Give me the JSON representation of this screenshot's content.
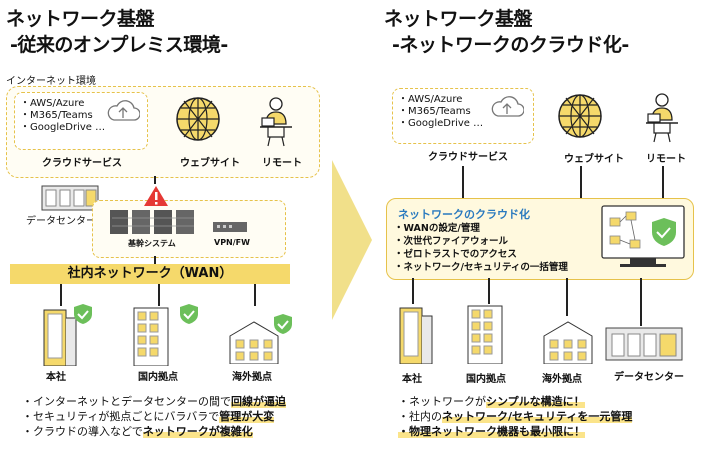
{
  "left": {
    "title1": "ネットワーク基盤",
    "title2": "-従来のオンプレミス環境-",
    "internet_label": "インターネット環境",
    "cloud_services": [
      "・AWS/Azure",
      "・M365/Teams",
      "・GoogleDrive …"
    ],
    "cloud_label": "クラウドサービス",
    "website_label": "ウェブサイト",
    "remote_label": "リモート",
    "datacenter_label": "データセンター",
    "core_label": "基幹システム",
    "vpnfw_label": "VPN/FW",
    "wan_label": "社内ネットワーク（WAN）",
    "hq_label": "本社",
    "domestic_label": "国内拠点",
    "overseas_label": "海外拠点",
    "bullets": [
      {
        "plain": "・インターネットとデータセンターの間で",
        "bold": "回線が逼迫"
      },
      {
        "plain": "・セキュリティが拠点ごとにバラバラで",
        "bold": "管理が大変"
      },
      {
        "plain": "・クラウドの導入などで",
        "bold": "ネットワークが複雑化"
      }
    ]
  },
  "right": {
    "title1": "ネットワーク基盤",
    "title2": "-ネットワークのクラウド化-",
    "cloud_services": [
      "・AWS/Azure",
      "・M365/Teams",
      "・GoogleDrive …"
    ],
    "cloud_label": "クラウドサービス",
    "website_label": "ウェブサイト",
    "remote_label": "リモート",
    "nc_title": "ネットワークのクラウド化",
    "nc_items": [
      "・WANの設定/管理",
      "・次世代ファイアウォール",
      "・ゼロトラストでのアクセス",
      "・ネットワーク/セキュリティの一括管理"
    ],
    "hq_label": "本社",
    "domestic_label": "国内拠点",
    "overseas_label": "海外拠点",
    "datacenter_label": "データセンター",
    "bullets": [
      {
        "plain": "・ネットワークが",
        "bold": "シンプルな構造に！"
      },
      {
        "plain": "・社内の",
        "bold": "ネットワーク/セキュリティを一元管理"
      },
      {
        "plain": "",
        "bold": "・物理ネットワーク機器も最小限に！"
      }
    ]
  },
  "colors": {
    "accent_yellow": "#f5d96b",
    "border_yellow": "#e6c24a",
    "shield_green": "#6cbf5a",
    "nc_title_blue": "#2a7abf",
    "warning_red": "#e53935",
    "arrow": "#f1e08a"
  }
}
